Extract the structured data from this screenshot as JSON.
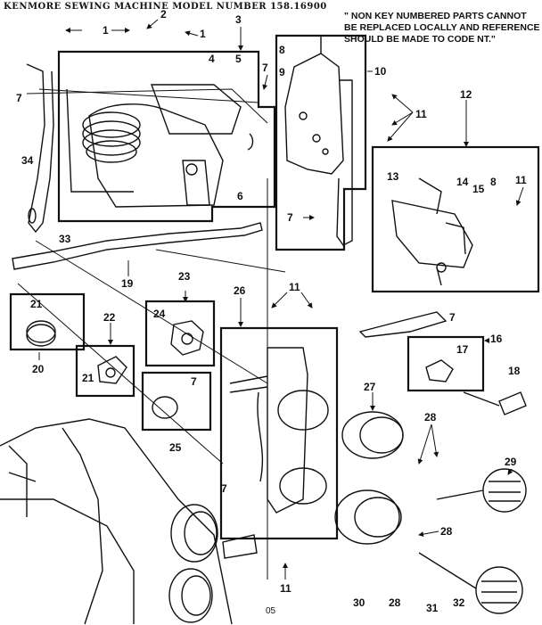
{
  "header": {
    "title": "KENMORE SEWING MACHINE MODEL NUMBER 158.16900"
  },
  "note": {
    "line1": "\" NON KEY NUMBERED PARTS CANNOT",
    "line2": "BE REPLACED LOCALLY AND REFERENCE",
    "line3": "SHOULD BE MADE TO CODE NT.\""
  },
  "footer": {
    "page": "05"
  },
  "callouts": {
    "c1a": "1",
    "c2": "2",
    "c3": "3",
    "c1b": "1",
    "c4": "4",
    "c5": "5",
    "c7a": "7",
    "c8a": "8",
    "c9": "9",
    "c10": "10",
    "c11a": "11",
    "c7b": "7",
    "c6": "6",
    "c34": "34",
    "c33": "33",
    "c19": "19",
    "c12": "12",
    "c13": "13",
    "c14": "14",
    "c15": "15",
    "c8b": "8",
    "c11b": "11",
    "c7c": "7",
    "c21a": "21",
    "c20": "20",
    "c22": "22",
    "c21b": "21",
    "c23": "23",
    "c24": "24",
    "c7d": "7",
    "c25": "25",
    "c26": "26",
    "c11c": "11",
    "c16": "16",
    "c17": "17",
    "c18": "18",
    "c27": "27",
    "c28a": "28",
    "c29": "29",
    "c7e": "7",
    "c7f": "7",
    "c28b": "28",
    "c28c": "28",
    "c30": "30",
    "c31": "31",
    "c32": "32",
    "c11d": "11"
  }
}
